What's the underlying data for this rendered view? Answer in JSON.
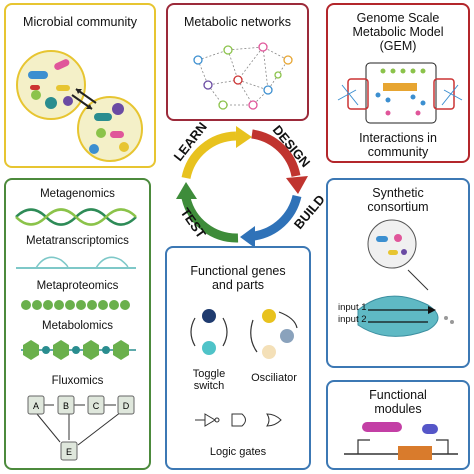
{
  "panels": {
    "microbial": {
      "title": "Microbial community",
      "border": "#e7c531"
    },
    "metabolic": {
      "title": "Metabolic networks",
      "border": "#9c2a3a"
    },
    "gem": {
      "title_lines": [
        "Genome Scale",
        "Metabolic Model",
        "(GEM)"
      ],
      "caption_lines": [
        "Interactions in",
        "community"
      ],
      "border": "#b3262b"
    },
    "omics": {
      "border": "#4c8a3c",
      "labels": [
        "Metagenomics",
        "Metatranscriptomics",
        "Metaproteomics",
        "Metabolomics",
        "Fluxomics"
      ],
      "flux_nodes": [
        "A",
        "B",
        "C",
        "D",
        "E"
      ]
    },
    "functional": {
      "title_lines": [
        "Functional genes",
        "and parts"
      ],
      "toggle_lines": [
        "Toggle",
        "switch"
      ],
      "oscillator": "Osciliator",
      "logic": "Logic gates",
      "border": "#3c78b4"
    },
    "synthetic": {
      "title_lines": [
        "Synthetic",
        "consortium"
      ],
      "input1": "input 1",
      "input2": "input 2",
      "border": "#3c78b4"
    },
    "modules": {
      "title_lines": [
        "Functional",
        "modules"
      ],
      "border": "#3c78b4"
    }
  },
  "cycle": {
    "learn": "LEARN",
    "design": "DESIGN",
    "build": "BUILD",
    "test": "TEST",
    "colors": {
      "learn": "#e8c21e",
      "design": "#c0342f",
      "build": "#2f72b8",
      "test": "#3e8c3a"
    }
  }
}
